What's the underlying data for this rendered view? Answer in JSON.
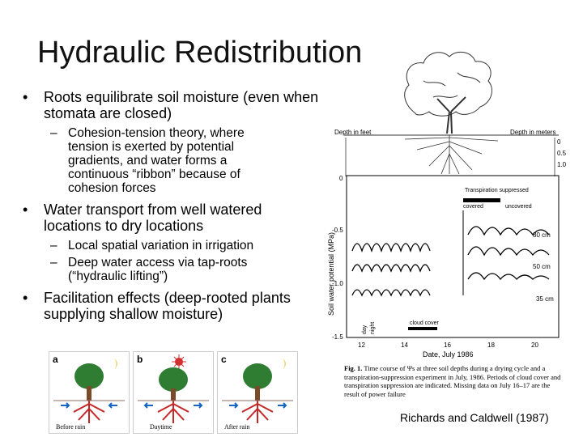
{
  "slide": {
    "title": "Hydraulic Redistribution",
    "bullets": [
      {
        "text": "Roots equilibrate soil moisture (even when stomata are closed)",
        "sub": [
          "Cohesion-tension theory, where tension is exerted by potential gradients, and water forms a continuous “ribbon” because of cohesion forces"
        ]
      },
      {
        "text": "Water transport from well watered locations to dry locations",
        "sub": [
          "Local spatial variation in irrigation",
          "Deep water access via tap-roots (“hydraulic lifting”)"
        ]
      },
      {
        "text": "Facilitation effects (deep-rooted plants supplying shallow moisture)",
        "sub": []
      }
    ],
    "credit": "Richards and Caldwell (1987)"
  },
  "figure": {
    "depth_feet_label": "Depth in feet",
    "depth_meters_label": "Depth in meters",
    "meter_ticks": [
      "0",
      "0.5",
      "1.0"
    ],
    "ylabel": "Soil water potential (MPa)",
    "xlabel": "Date, July 1986",
    "y_ticks": [
      "0",
      "-0.5",
      "-1.0",
      "-1.5"
    ],
    "x_ticks": [
      "12",
      "14",
      "16",
      "18",
      "20"
    ],
    "annotations": {
      "suppressed": "Transpiration suppressed",
      "covered": "covered",
      "uncovered": "uncovered",
      "cloud_cover": "cloud cover",
      "day": "day",
      "night": "night"
    },
    "series_labels": [
      "80 cm",
      "50 cm",
      "35 cm"
    ],
    "caption_bold": "Fig. 1.",
    "caption": "Time course of Ψs at three soil depths during a drying cycle and a transpiration-suppression experiment in July, 1986. Periods of cloud cover and transpiration suppression are indicated. Missing data on July 16–17 are the result of power failure"
  },
  "panels": [
    {
      "letter": "a",
      "caption": "Before rain"
    },
    {
      "letter": "b",
      "caption": "Daytime"
    },
    {
      "letter": "c",
      "caption": "After rain"
    }
  ]
}
